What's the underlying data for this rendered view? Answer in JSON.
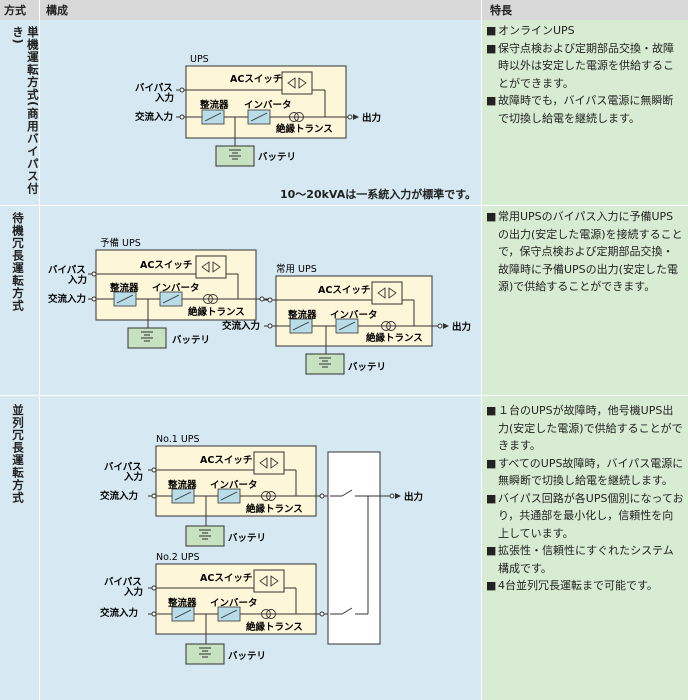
{
  "headers": {
    "method": "方式",
    "configuration": "構成",
    "features": "特長"
  },
  "rows": [
    {
      "method": "単機運転方式(商用バイパス付き)",
      "note": "10〜20kVAは一系統入力が標準です。",
      "features": [
        "オンラインUPS",
        "保守点検および定期部品交換・故障時以外は安定した電源を供給することができます。",
        "故障時でも，バイパス電源に無瞬断で切換し給電を継続します。"
      ]
    },
    {
      "method": "待機冗長運転方式",
      "features": [
        "常用UPSのバイパス入力に予備UPSの出力(安定した電源)を接続することで，保守点検および定期部品交換・故障時に予備UPSの出力(安定した電源)で供給することができます。"
      ]
    },
    {
      "method": "並列冗長運転方式",
      "features": [
        "１台のUPSが故障時，他号機UPS出力(安定した電源)で供給することができます。",
        "すべてのUPS故障時，バイパス電源に無瞬断で切換し給電を継続します。",
        "バイパス回路が各UPS個別になっており，共通部を最小化し，信頼性を向上しています。",
        "拡張性・信頼性にすぐれたシステム構成です。",
        "4台並列冗長運転まで可能です。"
      ]
    }
  ],
  "bullet": "■",
  "diagram_labels": {
    "ups": "UPS",
    "standby_ups": "予備 UPS",
    "main_ups": "常用 UPS",
    "ups1": "No.1 UPS",
    "ups2": "No.2 UPS",
    "bypass_input_1": "バイパス",
    "bypass_input_2": "入力",
    "ac_input": "交流入力",
    "ac_switch": "ACスイッチ",
    "rectifier": "整流器",
    "inverter": "インバータ",
    "transformer": "絶縁トランス",
    "output": "出力",
    "battery": "バッテリ"
  },
  "colors": {
    "header_bg": "#d8d8d8",
    "blue_bg": "#d6e9f2",
    "green_bg": "#d8ecd3",
    "ups_box": "#fdf6d8",
    "component_box": "#b9dce9",
    "battery_box": "#c7e2c0"
  }
}
